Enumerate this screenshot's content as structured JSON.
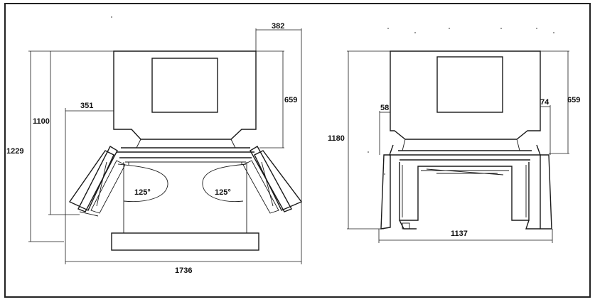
{
  "front_view": {
    "dims": {
      "total_depth": "1229",
      "body_depth": "1100",
      "door_offset": "351",
      "door_width": "382",
      "upper_depth": "659",
      "angle_left": "125°",
      "angle_right": "125°",
      "total_width": "1736"
    }
  },
  "side_view": {
    "dims": {
      "depth": "1180",
      "left_gap": "58",
      "right_gap": "74",
      "upper_depth": "659",
      "width": "1137"
    }
  }
}
